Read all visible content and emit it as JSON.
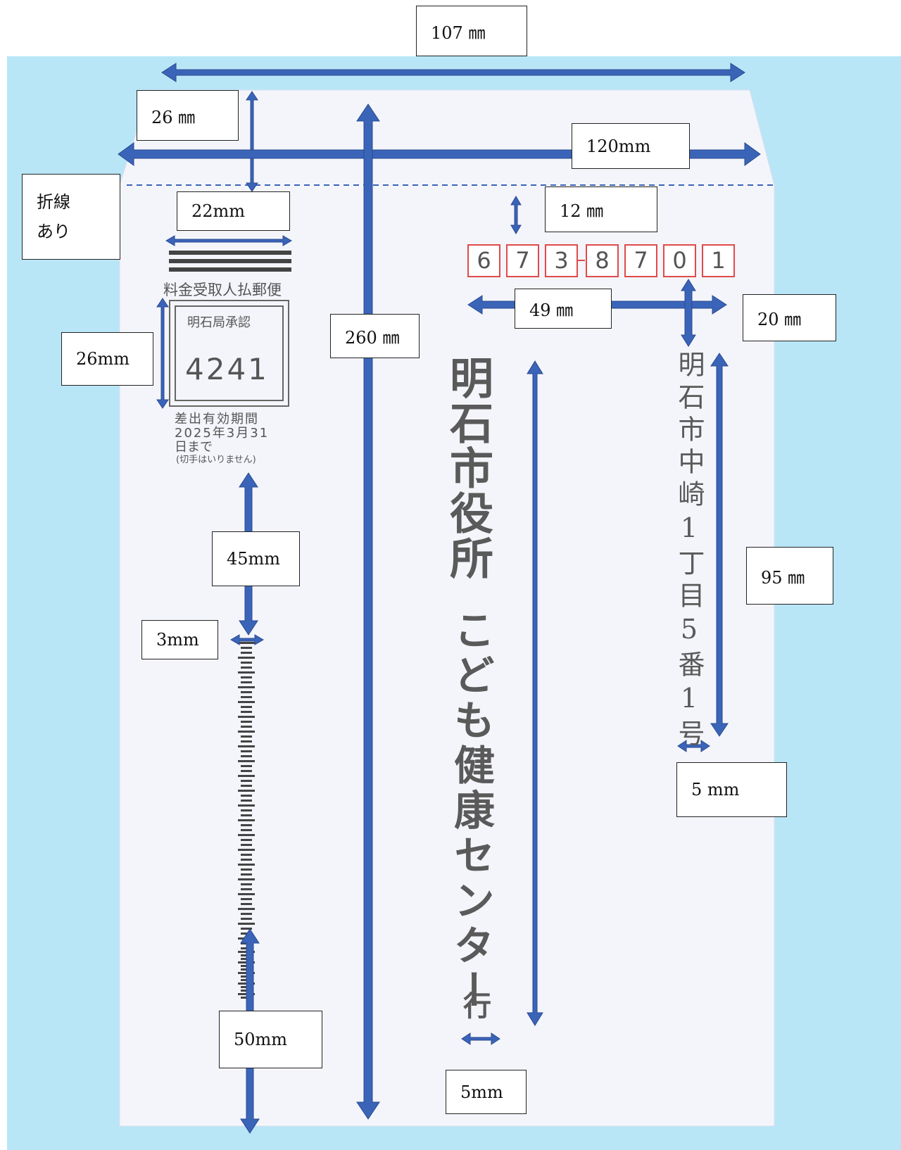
{
  "labels": {
    "w107": "107 ㎜",
    "m26a": "26 ㎜",
    "w120": "120mm",
    "fold_line1": "折線",
    "fold_line2": "あり",
    "w22": "22mm",
    "m12": "12 ㎜",
    "m49": "49 ㎜",
    "m20": "20 ㎜",
    "m26b": "26mm",
    "h260": "260 ㎜",
    "m45": "45mm",
    "m3": "3mm",
    "m95": "95 ㎜",
    "m5a": "5 mm",
    "m50": "50mm",
    "m5b": "5mm"
  },
  "envelope": {
    "postal_code": [
      "6",
      "7",
      "3",
      "8",
      "7",
      "0",
      "1"
    ],
    "address": "明石市中崎1丁目5番1号",
    "recipient_line1": "明石市役所",
    "recipient_line2": "こども健康センター",
    "honorific": "行",
    "postage_title": "料金受取人払郵便",
    "approval_office": "明石局承認",
    "approval_number": "4241",
    "validity_line1": "差出有効期間",
    "validity_line2": "2025年3月31",
    "validity_line3": "日まで",
    "no_stamp": "(切手はいりません)"
  },
  "colors": {
    "background": "#b8e6f7",
    "arrow": "#3a64b8",
    "postal_box": "#e04a4a",
    "fold_line": "#3a64b8"
  }
}
